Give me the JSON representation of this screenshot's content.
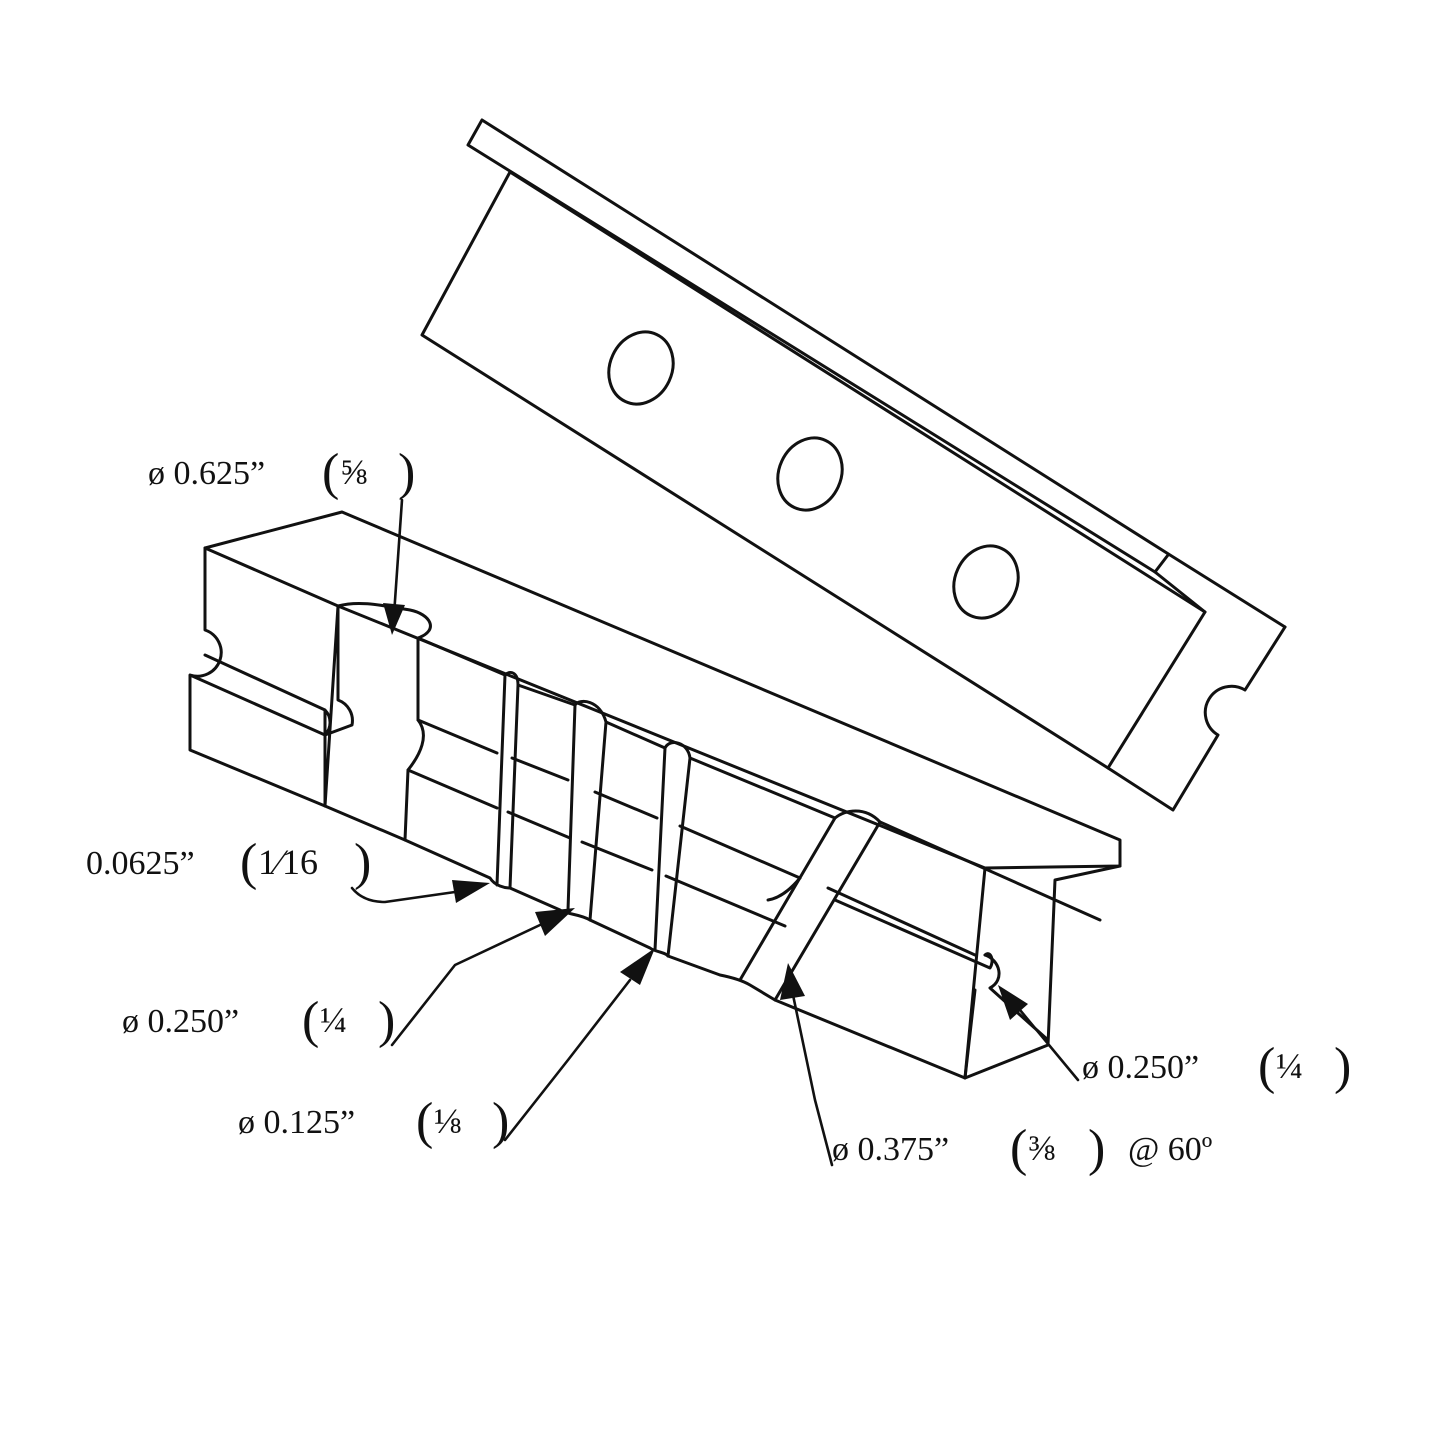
{
  "diagram": {
    "colors": {
      "line": "#111111",
      "background": "#ffffff"
    },
    "labels": {
      "d0625": {
        "main": "ø 0.625”",
        "frac": "⅝"
      },
      "d00625": {
        "main": "0.0625”",
        "frac": "1⁄16"
      },
      "d0250_left": {
        "main": "ø 0.250”",
        "frac": "¼"
      },
      "d0125": {
        "main": "ø 0.125”",
        "frac": "⅛"
      },
      "d0375": {
        "main": "ø 0.375”",
        "frac": "⅜",
        "suffix": "@ 60º"
      },
      "d0250_right": {
        "main": "ø 0.250”",
        "frac": "¼"
      }
    },
    "paren_open": "(",
    "paren_close": ")"
  }
}
